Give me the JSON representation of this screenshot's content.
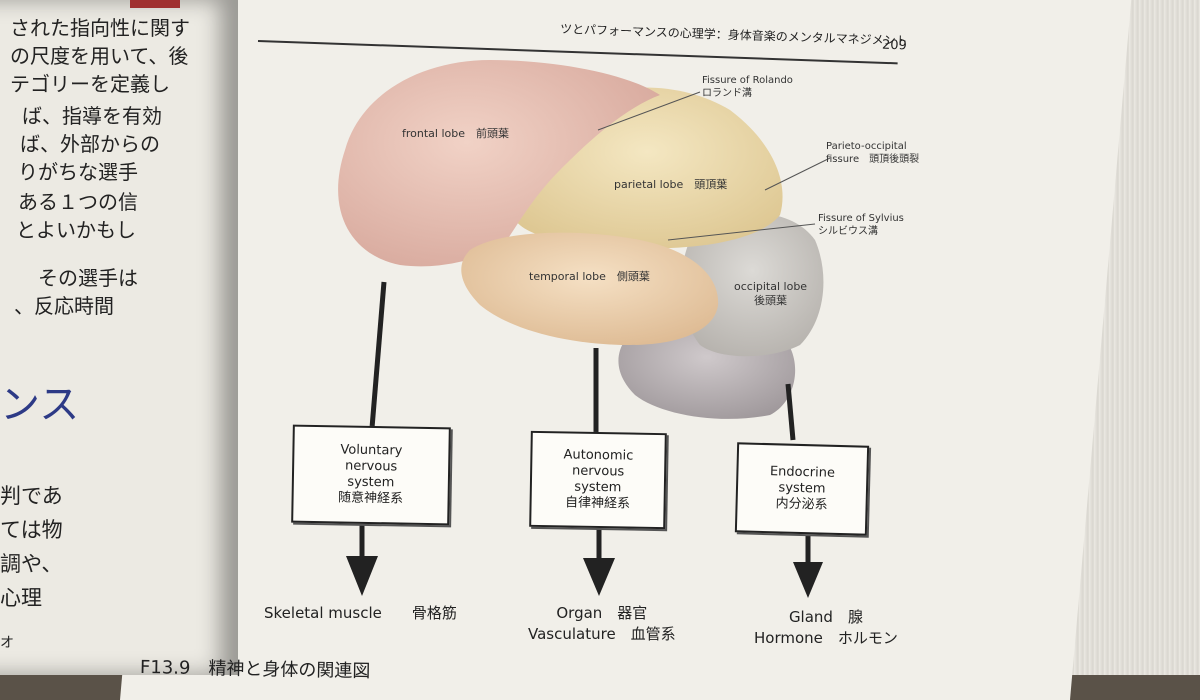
{
  "header": {
    "title": "ツとパフォーマンスの心理学：身体音楽のメンタルマネジメント",
    "page_number": "209"
  },
  "left_page": {
    "lines": [
      "された指向性に関す",
      "の尺度を用いて、後",
      "テゴリーを定義し",
      "ば、指導を有効",
      "ば、外部からの",
      "りがちな選手",
      "ある１つの信",
      "とよいかもし",
      "その選手は",
      "、反応時間"
    ],
    "heading": "ンス",
    "fragments": [
      "判であ",
      "ては物",
      "調や、",
      "心理",
      "オ"
    ]
  },
  "diagram": {
    "brain_labels": {
      "frontal": {
        "en": "frontal lobe",
        "ja": "前頭葉"
      },
      "parietal": {
        "en": "parietal lobe",
        "ja": "頭頂葉"
      },
      "temporal": {
        "en": "temporal lobe",
        "ja": "側頭葉"
      },
      "occipital": {
        "en": "occipital lobe",
        "ja": "後頭葉"
      }
    },
    "fissures": {
      "rolando": {
        "en": "Fissure of Rolando",
        "ja": "ロランド溝"
      },
      "parieto": {
        "en1": "Parieto-occipital",
        "en2": "fissure",
        "ja": "頭頂後頭裂"
      },
      "sylvius": {
        "en": "Fissure of Sylvius",
        "ja": "シルビウス溝"
      }
    },
    "systems": {
      "voluntary": {
        "l1": "Voluntary",
        "l2": "nervous",
        "l3": "system",
        "ja": "随意神経系"
      },
      "autonomic": {
        "l1": "Autonomic",
        "l2": "nervous",
        "l3": "system",
        "ja": "自律神経系"
      },
      "endocrine": {
        "l1": "Endocrine",
        "l2": "system",
        "ja": "内分泌系"
      }
    },
    "outputs": {
      "voluntary": {
        "en": "Skeletal muscle",
        "ja": "骨格筋"
      },
      "autonomic": {
        "line1": "Organ　器官",
        "line2": "Vasculature　血管系"
      },
      "endocrine": {
        "line1": "Gland　腺",
        "line2": "Hormone　ホルモン"
      }
    }
  },
  "caption": "F13.9　精神と身体の関連図",
  "colors": {
    "frontal": "#e6bcb0",
    "parietal": "#ecdcae",
    "temporal": "#efd3b0",
    "occipital": "#c9c6c2",
    "cerebellum": "#b7b0b3"
  }
}
